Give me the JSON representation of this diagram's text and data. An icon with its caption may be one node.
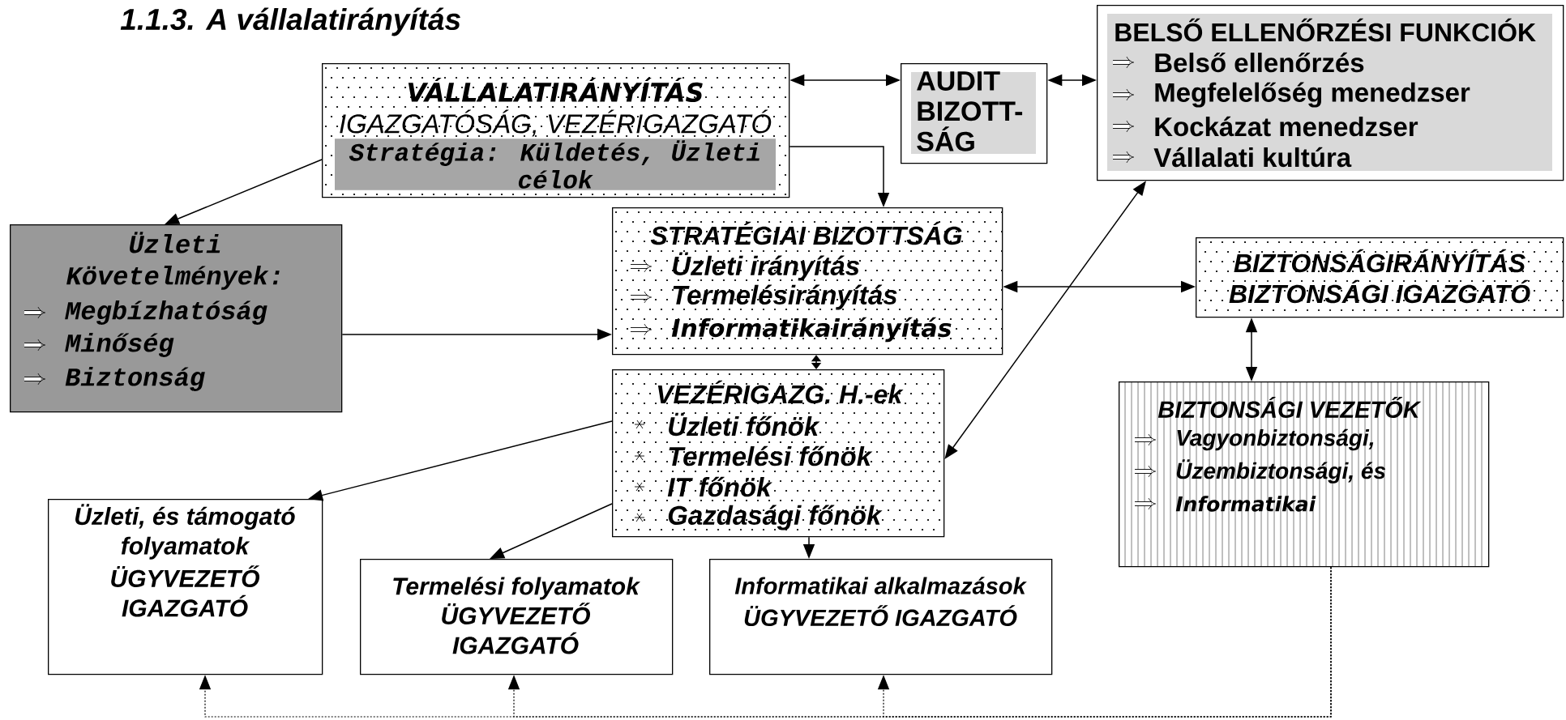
{
  "diagram": {
    "title": "1.1.3.  A vállalatirányítás",
    "nodes": [
      {
        "text": [
          "VÁLLALATIRÁNYÍTÁS",
          "IGAZGATÓSÁG, VEZÉRIGAZGATÓ",
          "Stratégia: Küldetés, Üzleti célok"
        ]
      },
      {
        "text": [
          "AUDIT BIZOTT-SÁG"
        ]
      },
      {
        "text": [
          "BELSŐ ELLENŐRZÉSI FUNKCIÓK",
          "Belső ellenőrzés",
          "Megfelelőség menedzser",
          "Kockázat menedzser",
          "Vállalati kultúra"
        ]
      },
      {
        "text": [
          "Üzleti Követelmények:",
          "Megbízhatóság",
          "Minőség",
          "Biztonság"
        ]
      },
      {
        "text": [
          "STRATÉGIAI BIZOTTSÁG",
          "Üzleti irányítás",
          "Termelésirányítás",
          "Informatikairányítás"
        ]
      },
      {
        "text": [
          "BIZTONSÁGIRÁNYÍTÁS",
          "BIZTONSÁGI IGAZGATÓ"
        ]
      },
      {
        "text": [
          "VEZÉRIGAZG. H.-ek",
          "Üzleti főnök",
          "Termelési főnök",
          "IT főnök",
          "Gazdasági főnök"
        ]
      },
      {
        "text": [
          "BIZTONSÁGI VEZETŐK",
          "Vagyonbiztonsági,",
          "Üzembiztonsági, és",
          "Informatikai"
        ]
      },
      {
        "text": [
          "Üzleti, és támogató folyamatok",
          "ÜGYVEZETŐ IGAZGATÓ"
        ]
      },
      {
        "text": [
          "Termelési folyamatok",
          "ÜGYVEZETŐ IGAZGATÓ"
        ]
      },
      {
        "text": [
          "Informatikai alkalmazások",
          "ÜGYVEZETŐ IGAZGATÓ"
        ]
      }
    ],
    "edges": [
      {
        "from": 0,
        "to": 1,
        "arrow": "both"
      },
      {
        "from": 1,
        "to": 2,
        "arrow": "both"
      },
      {
        "from": 0,
        "to": 4,
        "arrow": "to"
      },
      {
        "from": 0,
        "to": 3,
        "arrow": "to"
      },
      {
        "from": 3,
        "to": 4,
        "arrow": "to"
      },
      {
        "from": 4,
        "to": 5,
        "arrow": "both"
      },
      {
        "from": 4,
        "to": 6,
        "arrow": "both"
      },
      {
        "from": 5,
        "to": 7,
        "arrow": "both"
      },
      {
        "from": 6,
        "to": 2,
        "arrow": "both"
      },
      {
        "from": 6,
        "to": 8,
        "arrow": "to"
      },
      {
        "from": 6,
        "to": 9,
        "arrow": "to"
      },
      {
        "from": 6,
        "to": 10,
        "arrow": "to"
      },
      {
        "from": 7,
        "to": 8,
        "arrow": "to",
        "style": "dashed"
      },
      {
        "from": 7,
        "to": 9,
        "arrow": "to",
        "style": "dashed"
      },
      {
        "from": 7,
        "to": 10,
        "arrow": "to",
        "style": "dashed"
      }
    ]
  }
}
